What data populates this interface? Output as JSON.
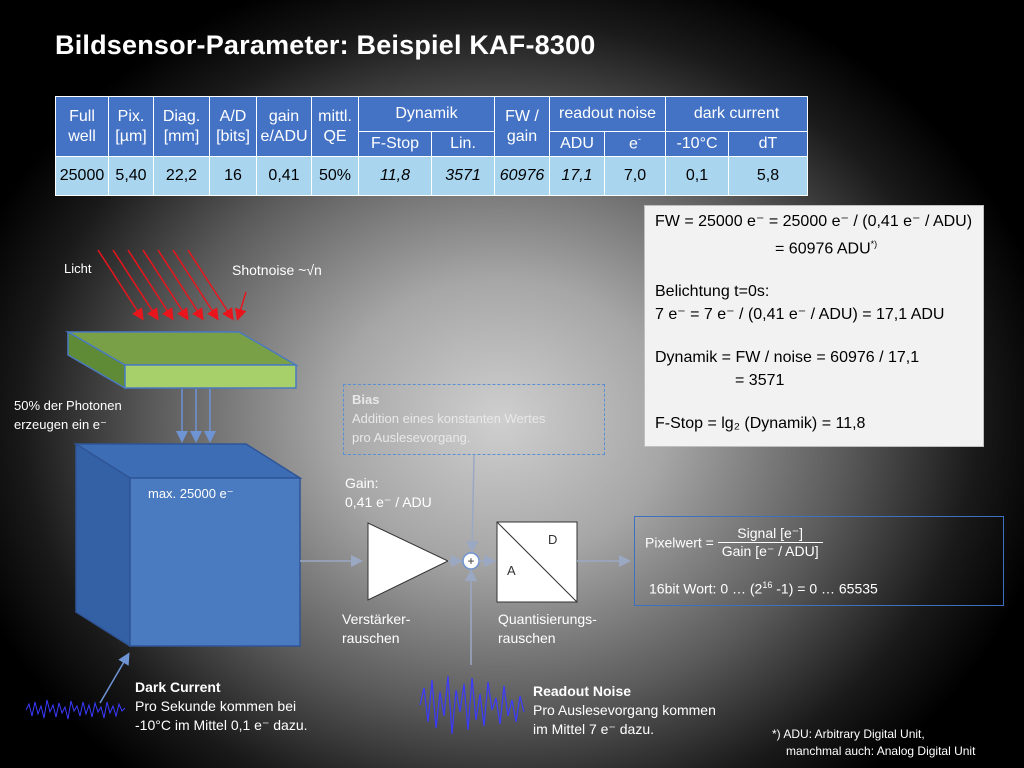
{
  "title": "Bildsensor-Parameter: Beispiel KAF-8300",
  "table": {
    "h_full_well": [
      "Full",
      "well"
    ],
    "h_pix": [
      "Pix.",
      "[µm]"
    ],
    "h_diag": [
      "Diag.",
      "[mm]"
    ],
    "h_ad": [
      "A/D",
      "[bits]"
    ],
    "h_gain": [
      "gain",
      "e/ADU"
    ],
    "h_qe": [
      "mittl.",
      "QE"
    ],
    "h_dynamik": "Dynamik",
    "h_fstop": "F-Stop",
    "h_lin": "Lin.",
    "h_fw": [
      "FW /",
      "gain"
    ],
    "h_readout": "readout noise",
    "h_adu": "ADU",
    "h_e": "e",
    "h_e_sup": "-",
    "h_dark": "dark current",
    "h_temp": "-10°C",
    "h_dt": "dT",
    "values": [
      "25000",
      "5,40",
      "22,2",
      "16",
      "0,41",
      "50%",
      "11,8",
      "3571",
      "60976",
      "17,1",
      "7,0",
      "0,1",
      "5,8"
    ]
  },
  "info": {
    "l1": "FW = 25000 e⁻ = 25000 e⁻ / (0,41 e⁻ / ADU)",
    "l2": "= 60976 ADU",
    "l2_sup": "*)",
    "l3": "Belichtung t=0s:",
    "l4": "7 e⁻ = 7 e⁻ / (0,41 e⁻ / ADU) = 17,1 ADU",
    "l5": "Dynamik = FW / noise = 60976 / 17,1",
    "l6": "= 3571",
    "l7": "F-Stop = lg₂ (Dynamik) = 11,8"
  },
  "labels": {
    "licht": "Licht",
    "shotnoise": "Shotnoise ~√n",
    "photonen_1": "50% der Photonen",
    "photonen_2": "erzeugen ein e⁻",
    "max_e": "max. 25000 e⁻",
    "gain_1": "Gain:",
    "gain_2": "0,41 e⁻ / ADU",
    "verstaerker_1": "Verstärker-",
    "verstaerker_2": "rauschen",
    "quant_1": "Quantisierungs-",
    "quant_2": "rauschen",
    "adc_d": "D",
    "adc_a": "A",
    "plus": "+",
    "dark_title": "Dark Current",
    "dark_1": "Pro Sekunde kommen bei",
    "dark_2": "-10°C im Mittel 0,1 e⁻ dazu.",
    "readout_title": "Readout Noise",
    "readout_1": "Pro Auslesevorgang kommen",
    "readout_2": "im Mittel 7 e⁻ dazu.",
    "footnote_1": "*) ADU: Arbitrary Digital Unit,",
    "footnote_2": "manchmal auch: Analog Digital Unit"
  },
  "bias": {
    "title": "Bias",
    "l1": "Addition eines konstanten Wertes",
    "l2": "pro Auslesevorgang."
  },
  "pixel": {
    "label": "Pixelwert =",
    "num": "Signal [e⁻]",
    "den": "Gain [e⁻ / ADU]",
    "word": "16bit Wort: 0 … (2",
    "word_sup": "16",
    "word_end": " -1) = 0 … 65535"
  },
  "colors": {
    "sensor_top": "#79a046",
    "sensor_front": "#a8d06a",
    "box_blue": "#4a7ac0",
    "arrow_red": "#e8161c",
    "arrow_blue": "#6f94d4",
    "table_header": "#4472c4",
    "table_value": "#a9d5ef"
  }
}
